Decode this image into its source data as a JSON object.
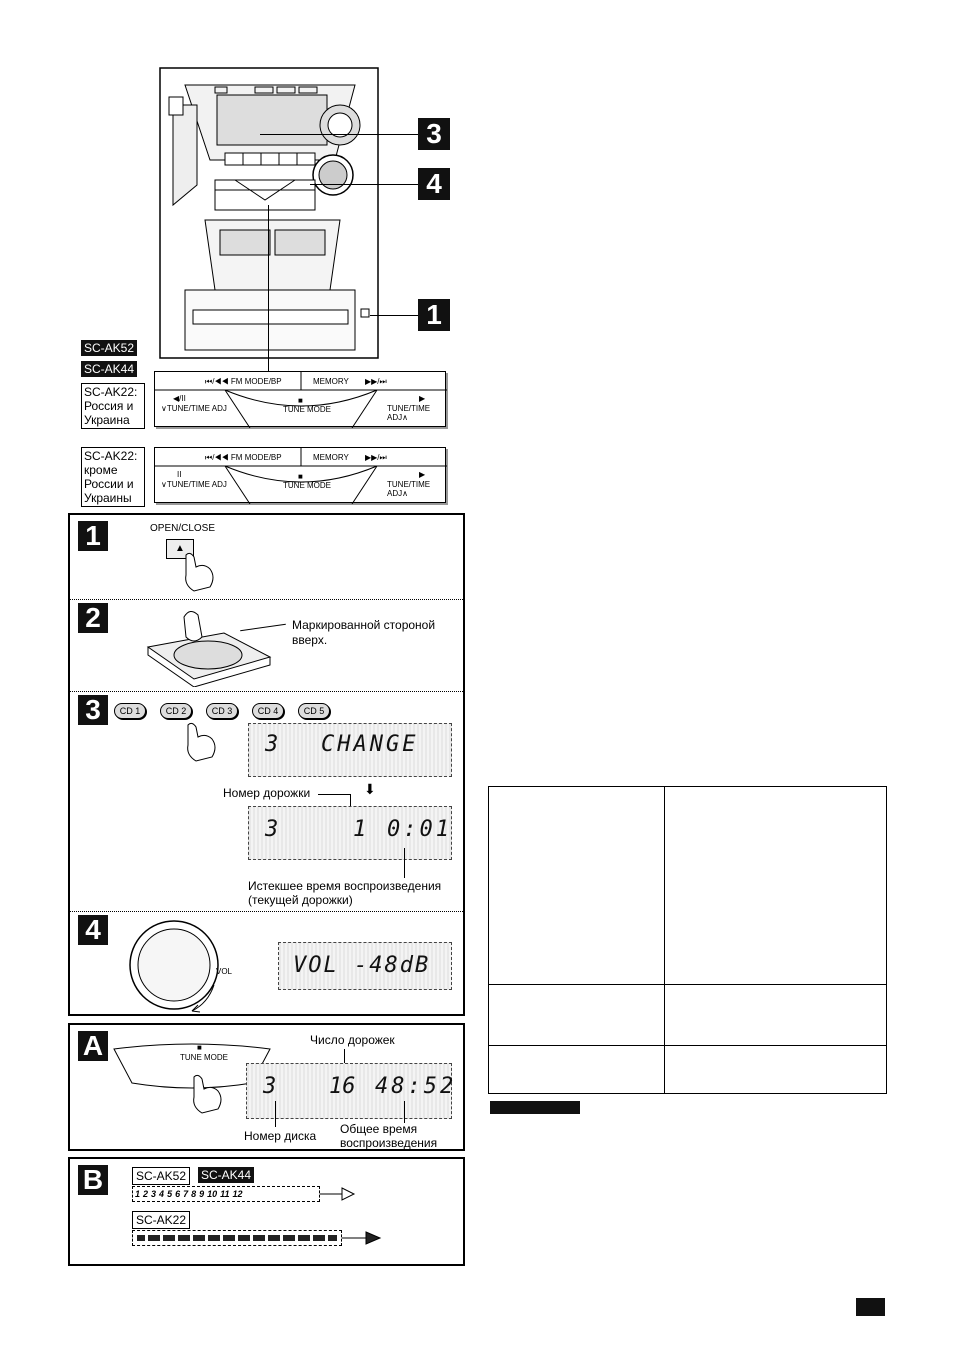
{
  "callouts": {
    "step3": "3",
    "step4": "4",
    "step1": "1"
  },
  "models": {
    "ak52": "SC-AK52",
    "ak44": "SC-AK44",
    "ak22_ru": "SC-AK22: Россия и Украина",
    "ak22_other": "SC-AK22: кроме России и Украины",
    "ak22": "SC-AK22"
  },
  "control_panel": {
    "skip_back": "⏮/◀◀ FM MODE/BP",
    "memory": "MEMORY",
    "skip_fwd": "▶▶/⏭",
    "left_top_ru": "◀/II",
    "left_top_other": "II",
    "left_bottom": "∨TUNE/TIME ADJ",
    "stop": "■",
    "tune_mode": "TUNE MODE",
    "right_top": "▶",
    "right_bottom": "TUNE/TIME ADJ∧"
  },
  "steps": {
    "s1": {
      "num": "1",
      "label": "OPEN/CLOSE",
      "eject": "▲"
    },
    "s2": {
      "num": "2",
      "note": "Маркированной стороной вверх."
    },
    "s3": {
      "num": "3",
      "cds": [
        "CD 1",
        "CD 2",
        "CD 3",
        "CD 4",
        "CD 5"
      ],
      "lcd_change": "CHANGE",
      "lcd_disc": "3",
      "track_label": "Номер дорожки",
      "lcd_track": "1",
      "lcd_time": "0:01",
      "elapsed_label": "Истекшее время воспроизведения (текущей дорожки)"
    },
    "s4": {
      "num": "4",
      "vol_label": "VOL",
      "lcd_vol": "VOL -48dB"
    }
  },
  "section_a": {
    "letter": "A",
    "stop": "■",
    "tune_mode": "TUNE MODE",
    "tracks_label": "Число дорожек",
    "lcd_disc": "3",
    "lcd_tracks": "16",
    "lcd_total": "48:52",
    "disc_label": "Номер диска",
    "total_label": "Общее время воспроизведения"
  },
  "section_b": {
    "letter": "B",
    "tracks": [
      "1",
      "2",
      "3",
      "4",
      "5",
      "6",
      "7",
      "8",
      "9",
      "10",
      "11",
      "12"
    ]
  },
  "colors": {
    "ink": "#111111",
    "lcd": "#ececec"
  }
}
